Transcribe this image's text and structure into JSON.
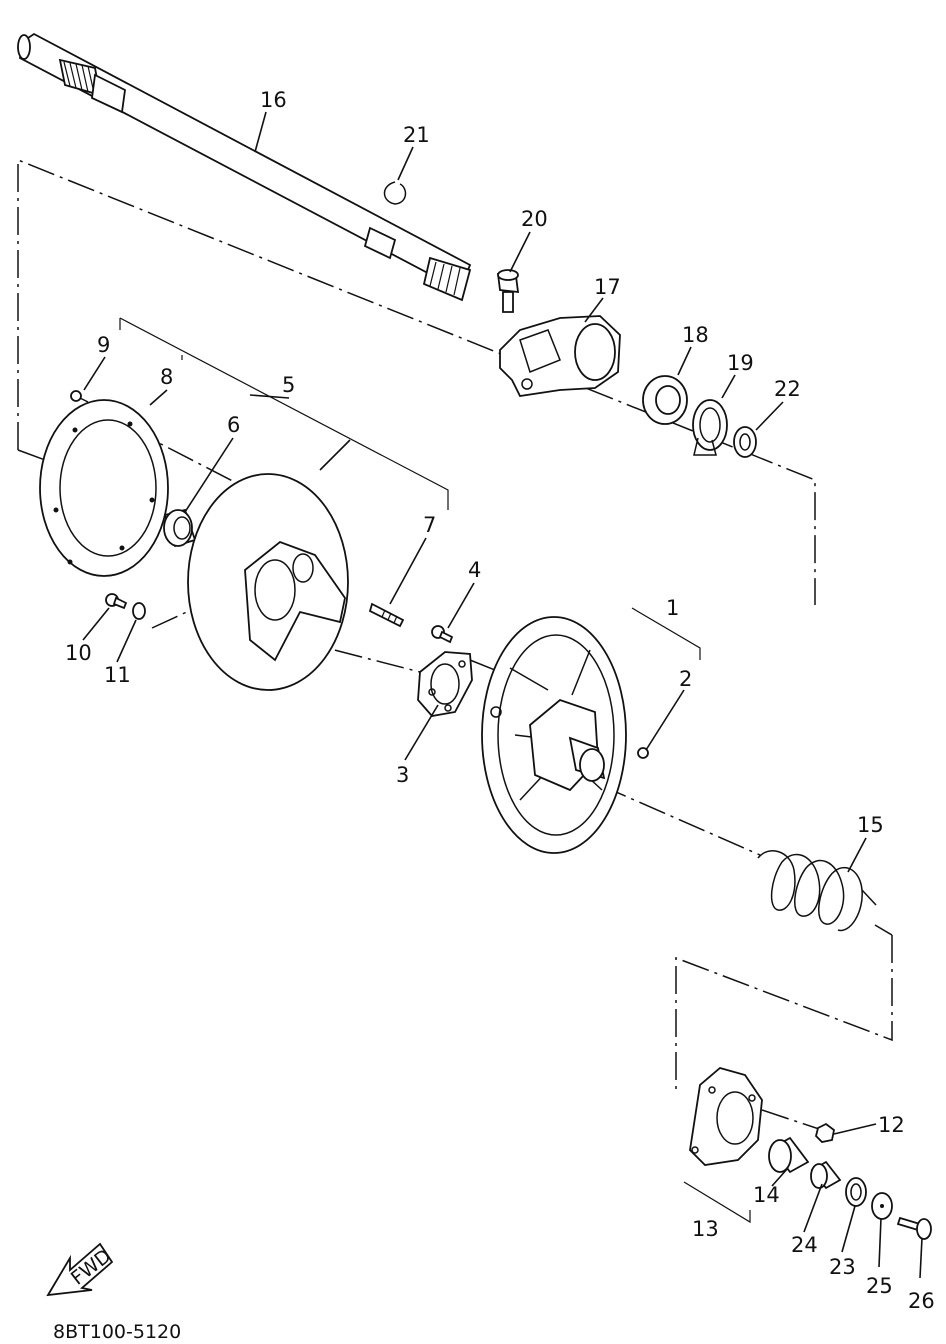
{
  "diagram": {
    "code": "8BT100-5120",
    "fwd_label": "FWD",
    "callouts": [
      "1",
      "2",
      "3",
      "4",
      "5",
      "6",
      "7",
      "8",
      "9",
      "10",
      "11",
      "12",
      "13",
      "14",
      "15",
      "16",
      "17",
      "18",
      "19",
      "20",
      "21",
      "22",
      "23",
      "24",
      "25",
      "26"
    ]
  }
}
